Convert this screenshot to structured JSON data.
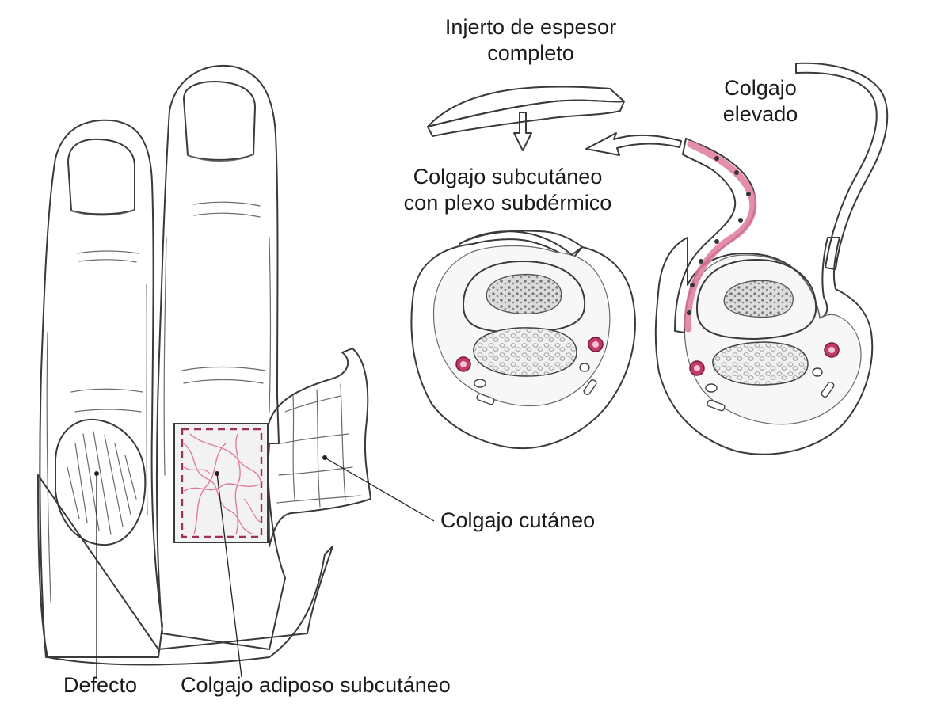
{
  "labels": {
    "injerto": [
      "Injerto de espesor",
      "completo"
    ],
    "colgajo_elevado": [
      "Colgajo",
      "elevado"
    ],
    "colgajo_subcutaneo_plexo": [
      "Colgajo subcutáneo",
      "con plexo subdérmico"
    ],
    "colgajo_cutaneo": "Colgajo cutáneo",
    "defecto": "Defecto",
    "colgajo_adiposo": "Colgajo adiposo subcutáneo"
  },
  "colors": {
    "skin": "#e9e9e9",
    "outline": "#3a3a3a",
    "pink": "#e07a9e",
    "vessel": "#c23a6a",
    "bone": "#d9d9d9"
  }
}
